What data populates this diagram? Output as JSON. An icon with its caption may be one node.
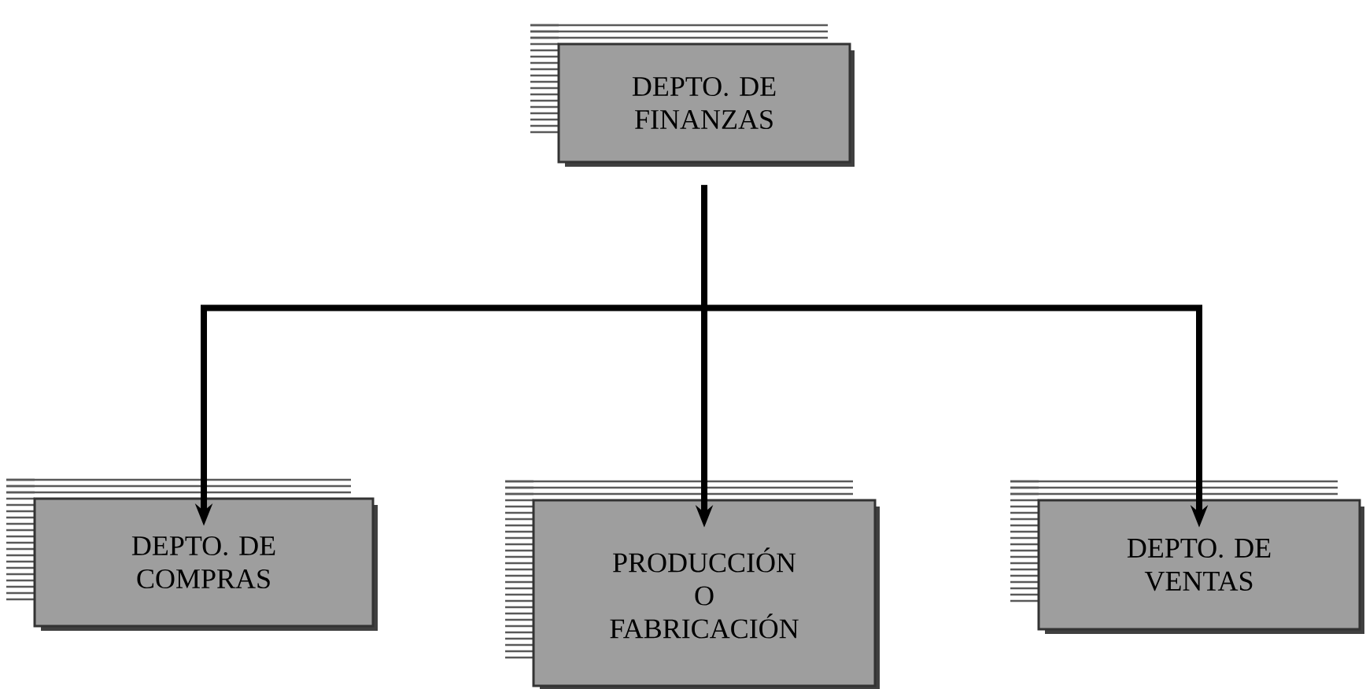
{
  "diagram": {
    "nodes": [
      {
        "text": [
          "DEPTO. DE FINANZAS"
        ]
      },
      {
        "text": [
          "DEPTO. DE COMPRAS"
        ]
      },
      {
        "text": [
          "PRODUCCIÓN O FABRICACIÓN"
        ]
      },
      {
        "text": [
          "DEPTO. DE VENTAS"
        ]
      }
    ],
    "edges": [
      {
        "from": 0,
        "to": 1,
        "arrow": "to"
      },
      {
        "from": 0,
        "to": 2,
        "arrow": "to"
      },
      {
        "from": 0,
        "to": 3,
        "arrow": "to"
      }
    ]
  }
}
